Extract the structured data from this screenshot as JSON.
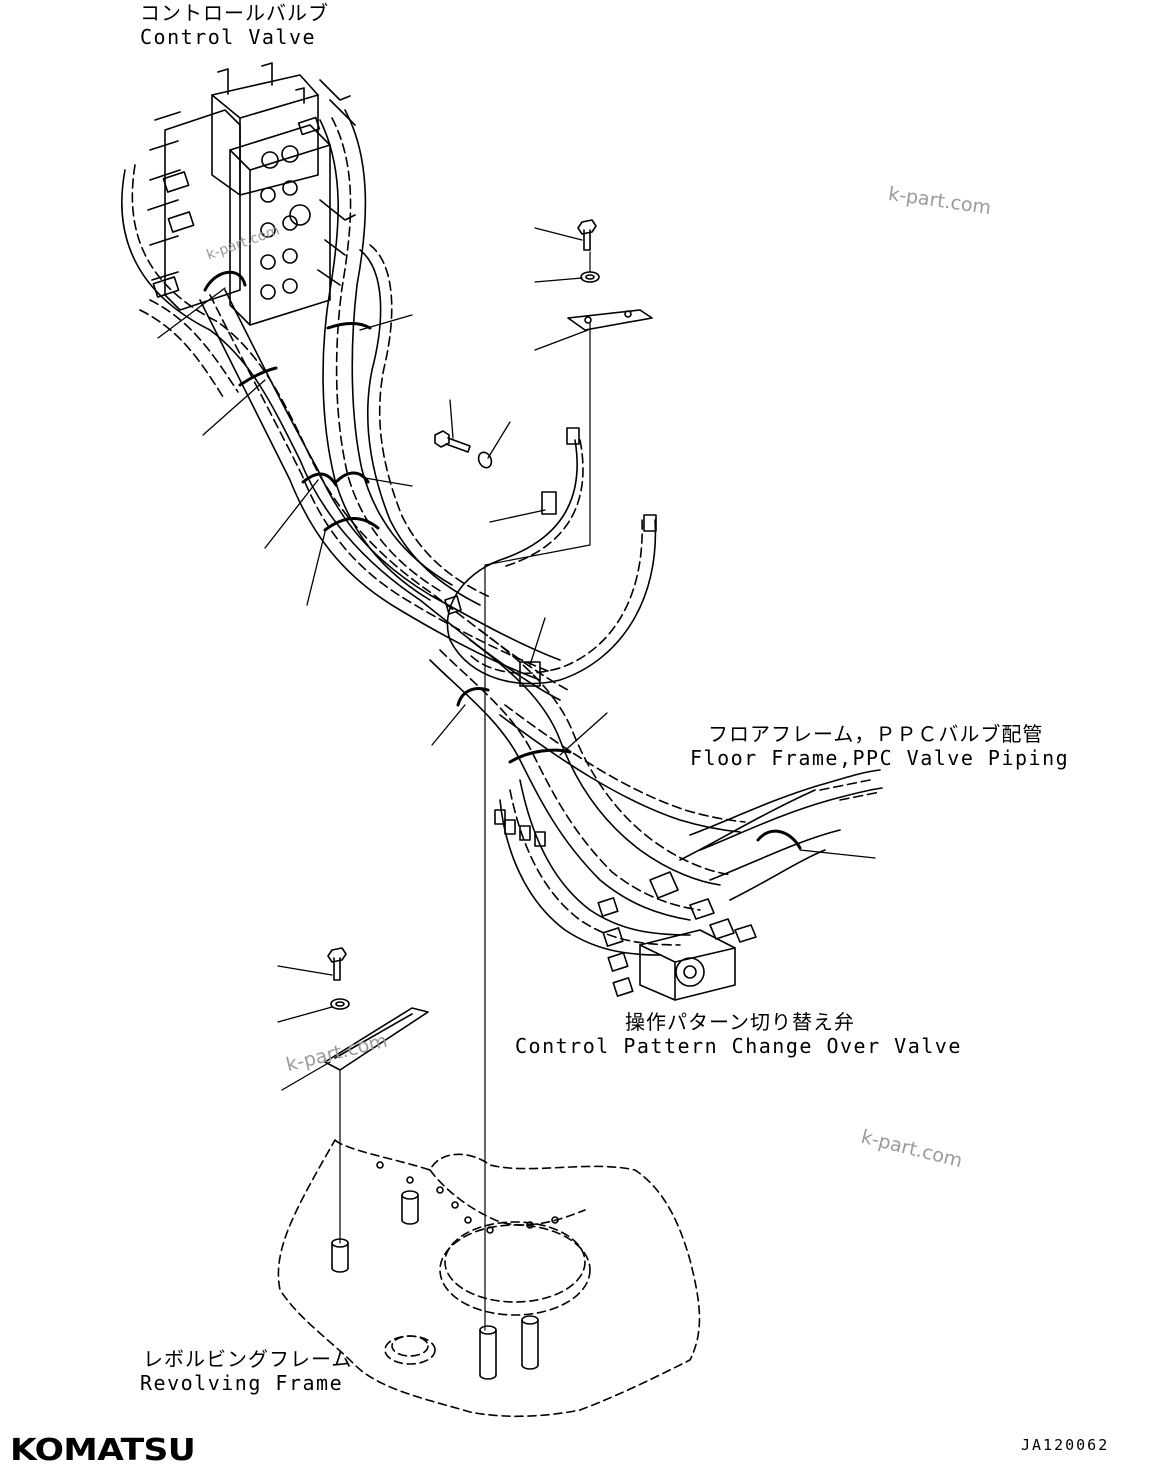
{
  "labels": {
    "control_valve_jp": "コントロールバルブ",
    "control_valve_en": "Control Valve",
    "floor_frame_jp": "フロアフレーム，ＰＰＣバルブ配管",
    "floor_frame_en": "Floor Frame,PPC Valve Piping",
    "pattern_valve_jp": "操作パターン切り替え弁",
    "pattern_valve_en": "Control Pattern Change Over Valve",
    "revolving_frame_jp": "レボルビングフレーム",
    "revolving_frame_en": "Revolving Frame"
  },
  "watermarks": [
    "k-part.com",
    "k-part.com",
    "k-part.com",
    "k-part.com"
  ],
  "logo": "KOMATSU",
  "drawing_code": "JA120062"
}
